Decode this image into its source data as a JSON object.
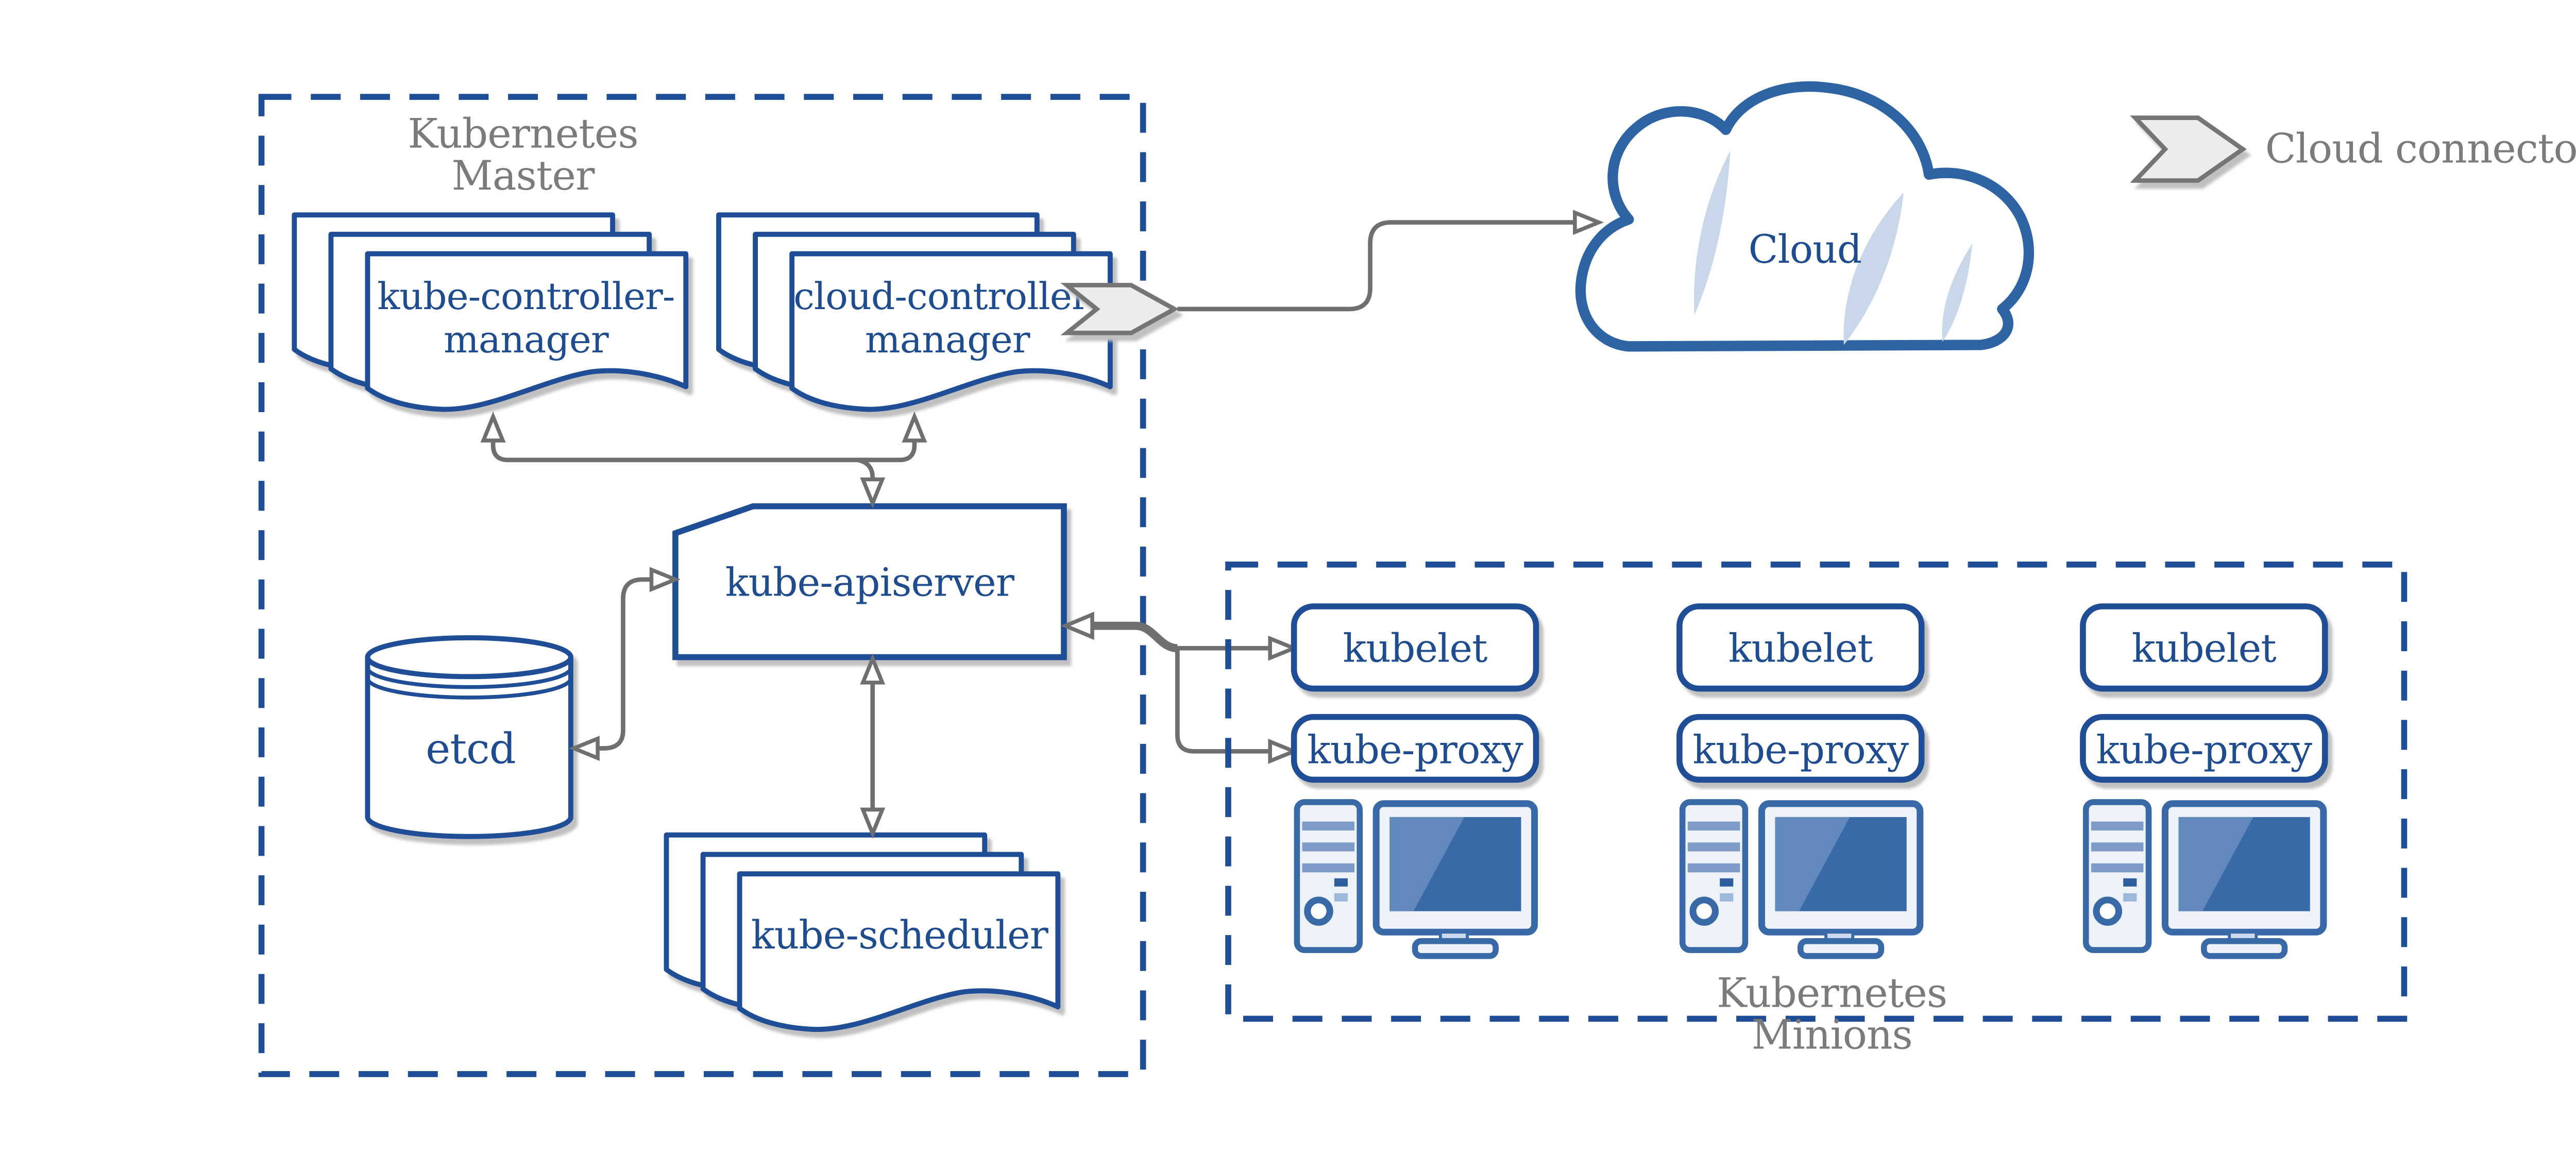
{
  "colors": {
    "node_border_blue": "#1f4e96",
    "label_blue": "#1f4c8f",
    "cloud_border_blue": "#2e64a4",
    "cloud_slash_blue": "#c9d7ea",
    "computer_blue": "#3a69a8",
    "computer_light_fill": "#edf2f9",
    "arrow_gray": "#6f6f6f",
    "caption_gray": "#7b7b7b",
    "chevron_fill": "#ececec",
    "shadow_gray": "#c0c0c0"
  },
  "master": {
    "title": {
      "line1": "Kubernetes",
      "line2": "Master"
    },
    "kube_controller_manager": {
      "line1": "kube-controller-",
      "line2": "manager"
    },
    "cloud_controller_manager": {
      "line1": "cloud-controller-",
      "line2": "manager"
    },
    "kube_apiserver": {
      "label": "kube-apiserver"
    },
    "etcd": {
      "label": "etcd"
    },
    "kube_scheduler": {
      "label": "kube-scheduler"
    }
  },
  "cloud": {
    "label": "Cloud"
  },
  "legend": {
    "label": "Cloud connector"
  },
  "minions": {
    "title": {
      "line1": "Kubernetes",
      "line2": "Minions"
    },
    "nodes": [
      {
        "kubelet": "kubelet",
        "kube_proxy": "kube-proxy"
      },
      {
        "kubelet": "kubelet",
        "kube_proxy": "kube-proxy"
      },
      {
        "kubelet": "kubelet",
        "kube_proxy": "kube-proxy"
      }
    ]
  }
}
